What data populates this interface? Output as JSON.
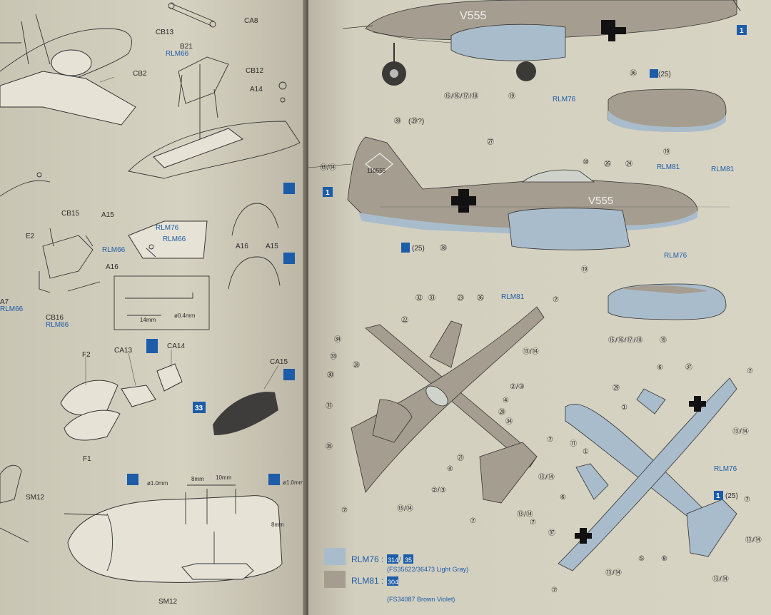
{
  "left_page": {
    "parts": {
      "ca8": "CA8",
      "cb13": "CB13",
      "cb2": "CB2",
      "b21": "B21",
      "rlm66_top": "RLM66",
      "cb12": "CB12",
      "a14": "A14",
      "cb15": "CB15",
      "a15_a": "A15",
      "e2": "E2",
      "rlm66_mid": "RLM66",
      "a16_a": "A16",
      "rlm76_canopy": "RLM76",
      "rlm66_canopy": "RLM66",
      "a16_b": "A16",
      "a15_b": "A15",
      "a7": "A7",
      "rlm66_edge": "RLM66",
      "cb16": "CB16",
      "rlm66_cb16": "RLM66",
      "dim_14": "14mm",
      "dim_04": "ø0.4mm",
      "f2": "F2",
      "ca13": "CA13",
      "ca14": "CA14",
      "ca15": "CA15",
      "f1": "F1",
      "badge_33": "33",
      "sm12_a": "SM12",
      "dim_10a": "ø1.0mm",
      "dim_8": "8mm",
      "dim_10": "10mm",
      "dim_10b": "ø1.0mm",
      "dim_8b": "8mm",
      "sm12_b": "SM12"
    }
  },
  "right_page": {
    "callouts": {
      "top_1": "1",
      "top_36": "㊱",
      "top_1_25": "(25)",
      "top_seq": "⑮/⑯/⑰/⑱",
      "top_19": "⑲",
      "top_rlm76": "RLM76",
      "pod1_19": "⑲",
      "side_39": "㊴",
      "side_29q": "(㉙?)",
      "side_13_14": "⑬/⑭",
      "side_27": "㉗",
      "side_10": "⑩",
      "side_26": "㉖",
      "side_24": "㉔",
      "side_rlm81a": "RLM81",
      "side_rlm81b": "RLM81",
      "side_1": "1",
      "side_1_25": "(25)",
      "side_38": "㊳",
      "side_rlm76": "RLM76",
      "side_19": "⑲",
      "pod2_seq": "⑮/⑯/⑰/⑱",
      "pod2_19": "⑲",
      "topv_32": "㉜",
      "topv_33": "㉝",
      "topv_23": "㉓",
      "topv_36": "㊱",
      "topv_rlm81": "RLM81",
      "topv_7a": "⑦",
      "topv_22": "㉒",
      "topv_34": "㉞",
      "topv_13_14a": "⑬/⑭",
      "topv_33b": "㉝",
      "topv_28": "㉘",
      "topv_30": "㉚",
      "topv_2_3a": "②/③",
      "topv_4a": "④",
      "topv_20": "⑳",
      "topv_31": "㉛",
      "topv_34b": "㉞",
      "topv_35": "㉟",
      "topv_7b": "⑦",
      "topv_21": "㉑",
      "topv_4b": "④",
      "topv_2_3b": "②/③",
      "topv_13_14b": "⑬/⑭",
      "topv_7c": "⑦",
      "topv_13_14c": "⑬/⑭",
      "topv_13_14d": "⑬/⑭",
      "topv_7d": "⑦",
      "topv_7e": "⑦",
      "bot_6a": "⑥",
      "bot_37a": "㊲",
      "bot_7a": "⑦",
      "bot_29": "㉙",
      "bot_1a": "①",
      "bot_11": "⑪",
      "bot_1b": "①",
      "bot_13_14a": "⑬/⑭",
      "bot_rlm76": "RLM76",
      "bot_1": "1",
      "bot_1_25": "(25)",
      "bot_7b": "⑦",
      "bot_6b": "⑥",
      "bot_37b": "㊲",
      "bot_5": "⑤",
      "bot_8": "⑧",
      "bot_13_14b": "⑬/⑭",
      "bot_13_14c": "⑬/⑭",
      "bot_13_14d": "⑬/⑭",
      "bot_7c": "⑦"
    },
    "aircraft_code": "V555",
    "serial": "110555",
    "legend": {
      "rlm76_name": "RLM76 :",
      "rlm76_code1": "314",
      "rlm76_sep": "/",
      "rlm76_code2": "35",
      "rlm76_desc": "(FS35622/36473 Light Gray)",
      "rlm81_name": "RLM81 :",
      "rlm81_code": "304",
      "rlm81_desc": "(FS34087 Brown Violet)"
    },
    "colors": {
      "rlm76": "#a9bccb",
      "rlm81": "#a59d8f",
      "badge": "#1d5ca8"
    }
  }
}
